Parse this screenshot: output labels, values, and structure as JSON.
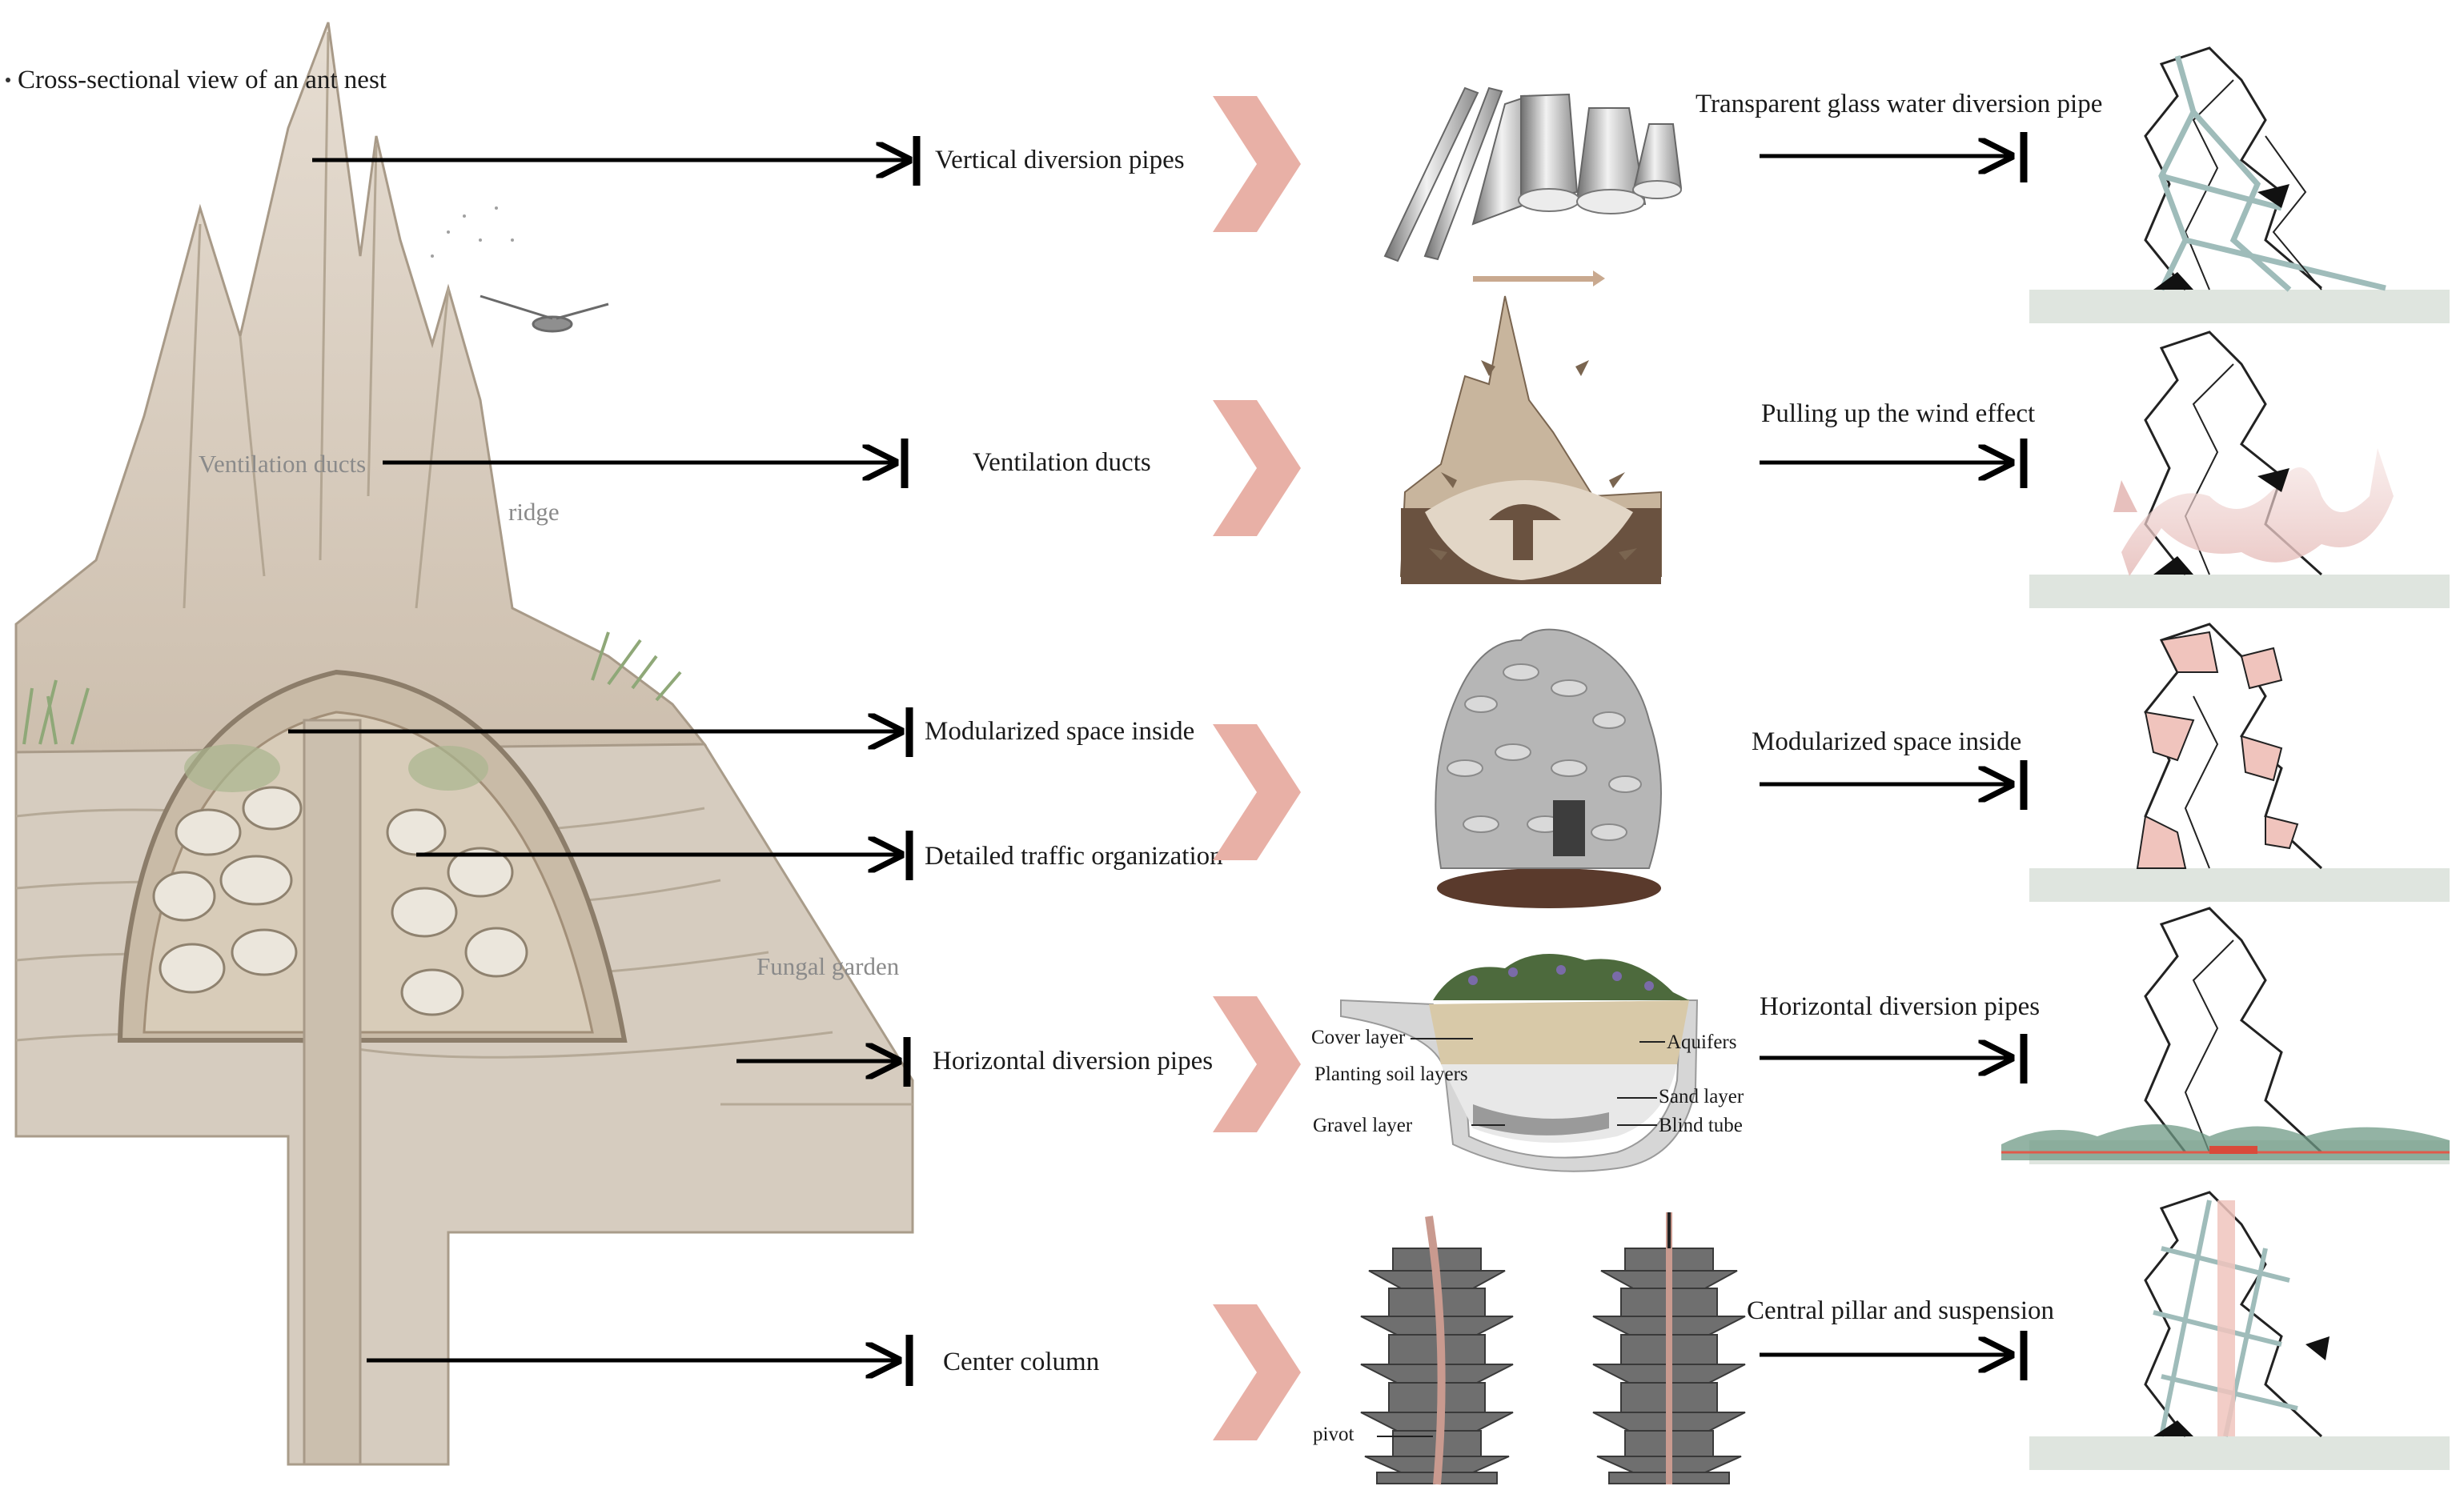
{
  "title": "Cross-sectional view of an ant nest",
  "nest_labels": {
    "ventilation": "Ventilation ducts",
    "ridge": "ridge",
    "fungal": "Fungal garden"
  },
  "rows": [
    {
      "source": "Vertical diversion pipes",
      "concept": "Transparent glass water diversion pipe"
    },
    {
      "source": "Ventilation ducts",
      "concept": "Pulling up the wind effect"
    },
    {
      "source": "Modularized space inside",
      "concept": "Modularized space inside"
    },
    {
      "source": "Detailed traffic organization",
      "concept": ""
    },
    {
      "source": "Horizontal diversion pipes",
      "concept": "Horizontal diversion pipes"
    },
    {
      "source": "Center column",
      "concept": "Central pillar and suspension"
    }
  ],
  "soil_labels": {
    "cover": "Cover layer",
    "planting": "Planting soil layers",
    "gravel": "Gravel layer",
    "aquifers": "Aquifers",
    "sand": "Sand layer",
    "blind": "Blind tube"
  },
  "pillar_label": "pivot",
  "colors": {
    "chevron": "#e8b0a6",
    "nest": "#d9cdbf",
    "ground": "#dfe5df",
    "pink": "#f0c4bd",
    "teal": "#9fbcba"
  }
}
